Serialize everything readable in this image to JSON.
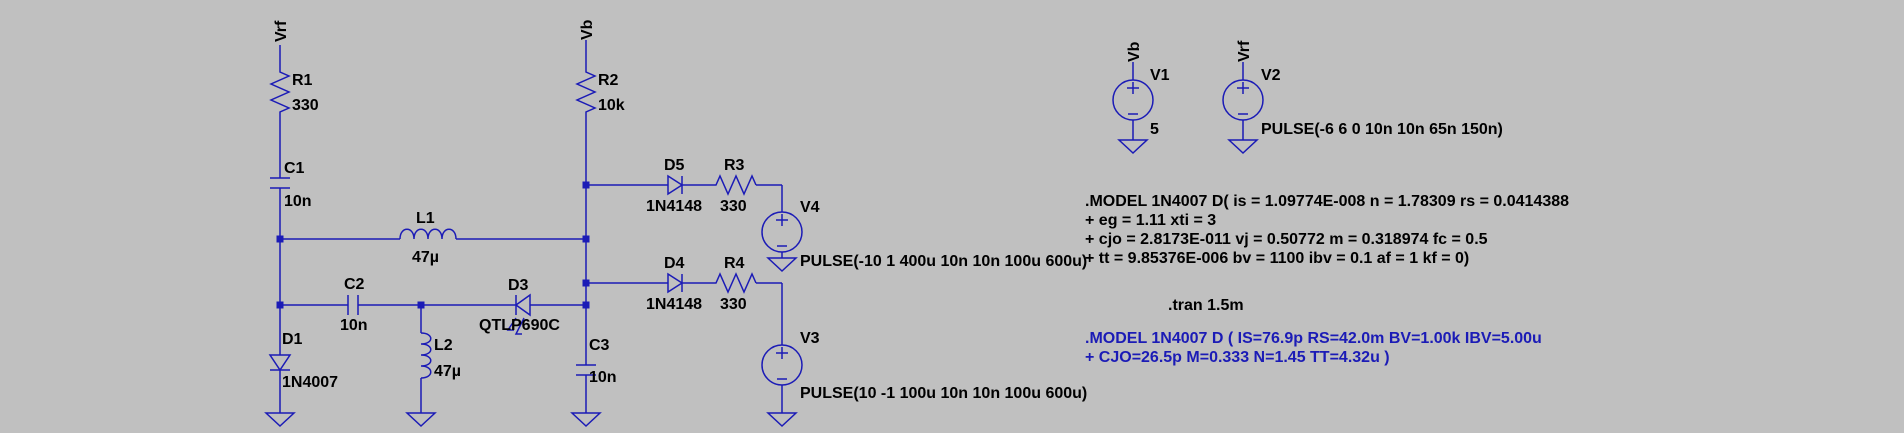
{
  "colors": {
    "background": "#c0c0c0",
    "wire": "#1b1bb6",
    "text": "#000000",
    "spice_model": "#1b1bb6"
  },
  "nets": {
    "vrf": "Vrf",
    "vb": "Vb"
  },
  "components": {
    "R1": {
      "name": "R1",
      "value": "330"
    },
    "R2": {
      "name": "R2",
      "value": "10k"
    },
    "R3": {
      "name": "R3",
      "value": "330"
    },
    "R4": {
      "name": "R4",
      "value": "330"
    },
    "C1": {
      "name": "C1",
      "value": "10n"
    },
    "C2": {
      "name": "C2",
      "value": "10n"
    },
    "C3": {
      "name": "C3",
      "value": "10n"
    },
    "L1": {
      "name": "L1",
      "value": "47µ"
    },
    "L2": {
      "name": "L2",
      "value": "47µ"
    },
    "D1": {
      "name": "D1",
      "value": "1N4007"
    },
    "D3": {
      "name": "D3",
      "value": "QTLP690C"
    },
    "D4": {
      "name": "D4",
      "value": "1N4148"
    },
    "D5": {
      "name": "D5",
      "value": "1N4148"
    },
    "V1": {
      "name": "V1",
      "value": "5"
    },
    "V2": {
      "name": "V2",
      "value": "PULSE(-6 6 0 10n 10n 65n 150n)"
    },
    "V3": {
      "name": "V3",
      "value": "PULSE(10 -1 100u 10n 10n 100u 600u)"
    },
    "V4": {
      "name": "V4",
      "value": "PULSE(-10 1 400u 10n 10n 100u 600u)"
    }
  },
  "directives": {
    "model1": [
      ".MODEL 1N4007 D( is = 1.09774E-008 n = 1.78309 rs = 0.0414388",
      "+ eg = 1.11 xti = 3",
      "+ cjo = 2.8173E-011 vj = 0.50772 m = 0.318974 fc = 0.5",
      "+ tt = 9.85376E-006 bv = 1100 ibv = 0.1 af = 1 kf = 0)"
    ],
    "tran": ".tran 1.5m",
    "model2": [
      ".MODEL 1N4007 D ( IS=76.9p RS=42.0m BV=1.00k IBV=5.00u",
      "+ CJO=26.5p  M=0.333 N=1.45 TT=4.32u )"
    ]
  }
}
